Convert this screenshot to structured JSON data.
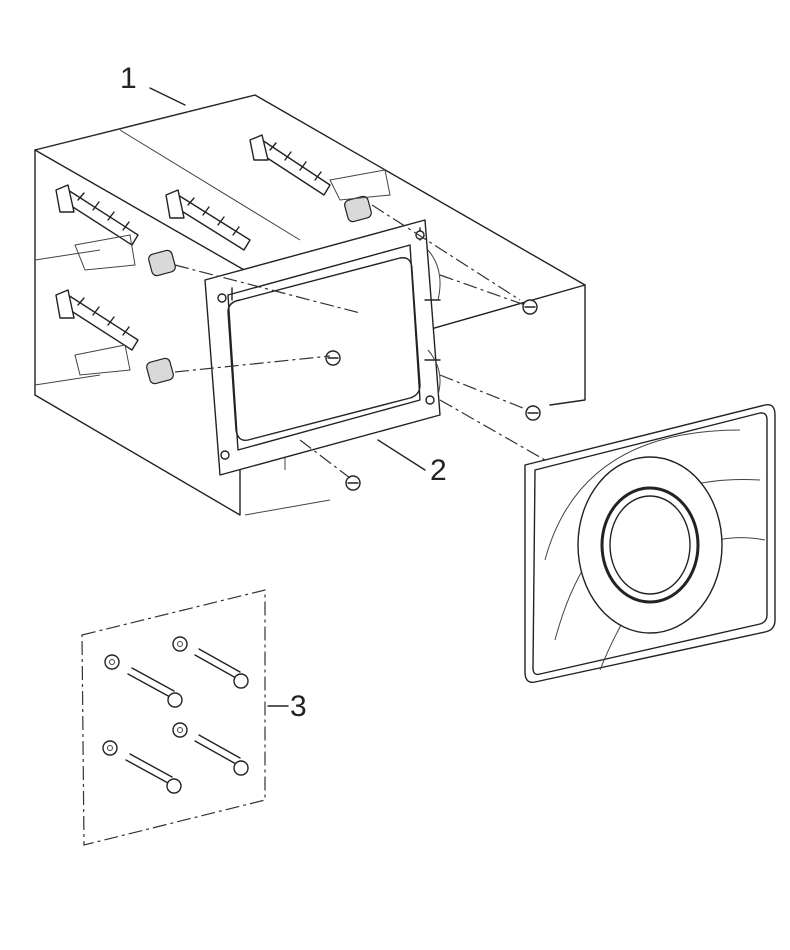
{
  "callouts": {
    "item_1": "1",
    "item_2": "2",
    "item_3": "3"
  },
  "colors": {
    "line": "#222222",
    "background": "#ffffff"
  }
}
